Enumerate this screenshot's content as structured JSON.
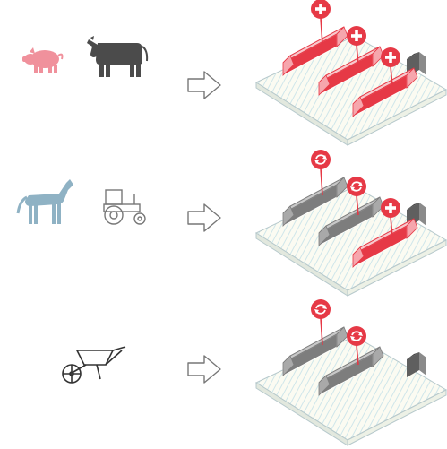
{
  "colors": {
    "pig": "#f0919c",
    "cow": "#4b4b4b",
    "horse": "#8fb2c4",
    "outline": "#777777",
    "red": "#e63946",
    "red_light": "#f6a6ad",
    "gray_building": "#7d7d7d",
    "gray_roof": "#bdbdbd",
    "ground_fill": "#fbfbf2",
    "ground_stripe": "#cfe6ea"
  },
  "rows": [
    {
      "left_icons": [
        "pig-icon",
        "cow-icon"
      ],
      "arrow": "arrow-right-icon",
      "barns": [
        "red",
        "red",
        "red"
      ],
      "markers": [
        "plus",
        "plus",
        "plus"
      ]
    },
    {
      "left_icons": [
        "horse-icon",
        "tractor-icon"
      ],
      "arrow": "arrow-right-icon",
      "barns": [
        "gray",
        "gray",
        "red"
      ],
      "markers": [
        "refresh",
        "refresh",
        "plus"
      ]
    },
    {
      "left_icons": [
        "wheelbarrow-icon"
      ],
      "arrow": "arrow-right-icon",
      "barns": [
        "gray",
        "gray"
      ],
      "markers": [
        "refresh",
        "refresh"
      ]
    }
  ]
}
